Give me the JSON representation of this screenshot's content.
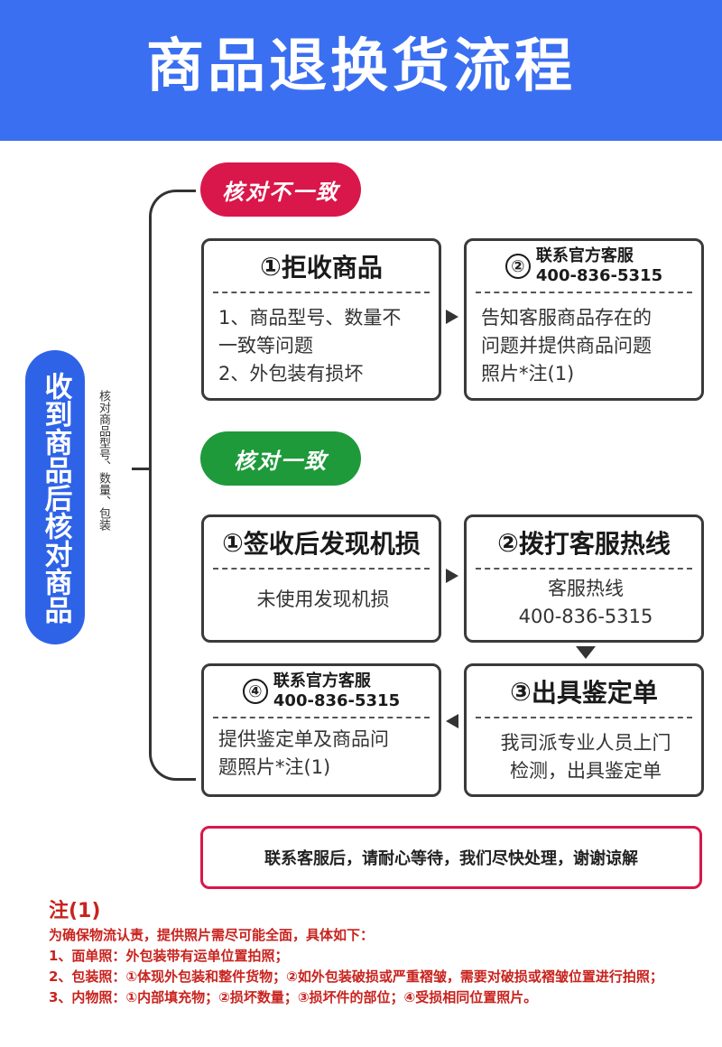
{
  "header": {
    "title": "商品退换货流程"
  },
  "left": {
    "pill": "收到商品后核对商品",
    "note": "核对商品型号、数量、包装"
  },
  "mismatch": {
    "pill": "核对不一致",
    "box1": {
      "num": "①",
      "title": "拒收商品",
      "line1": "1、商品型号、数量不",
      "line2": "一致等问题",
      "line3": "2、外包装有损坏"
    },
    "box2": {
      "num": "②",
      "head1": "联系官方客服",
      "head2": "400-836-5315",
      "line1": "告知客服商品存在的",
      "line2": "问题并提供商品问题",
      "line3": "照片*注(1)"
    }
  },
  "match": {
    "pill": "核对一致",
    "box1": {
      "num": "①",
      "title": "签收后发现机损",
      "line1": "未使用发现机损"
    },
    "box2": {
      "num": "②",
      "title": "拨打客服热线",
      "line1": "客服热线",
      "line2": "400-836-5315"
    },
    "box3": {
      "num": "③",
      "title": "出具鉴定单",
      "line1": "我司派专业人员上门",
      "line2": "检测，出具鉴定单"
    },
    "box4": {
      "num": "④",
      "head1": "联系官方客服",
      "head2": "400-836-5315",
      "line1": "提供鉴定单及商品问",
      "line2": "题照片*注(1)"
    }
  },
  "notice": "联系客服后，请耐心等待，我们尽快处理，谢谢谅解",
  "notes": {
    "heading": "注(1)",
    "intro": "为确保物流认责，提供照片需尽可能全面，具体如下：",
    "item1_key": "1、面单照：",
    "item1_val": "外包装带有运单位置拍照；",
    "item2_key": "2、包装照：",
    "item2_val": "①体现外包装和整件货物；②如外包装破损或严重褶皱，需要对破损或褶皱位置进行拍照；",
    "item3_key": "3、内物照：",
    "item3_val": "①内部填充物；②损坏数量；③损坏件的部位；④受损相同位置照片。"
  }
}
